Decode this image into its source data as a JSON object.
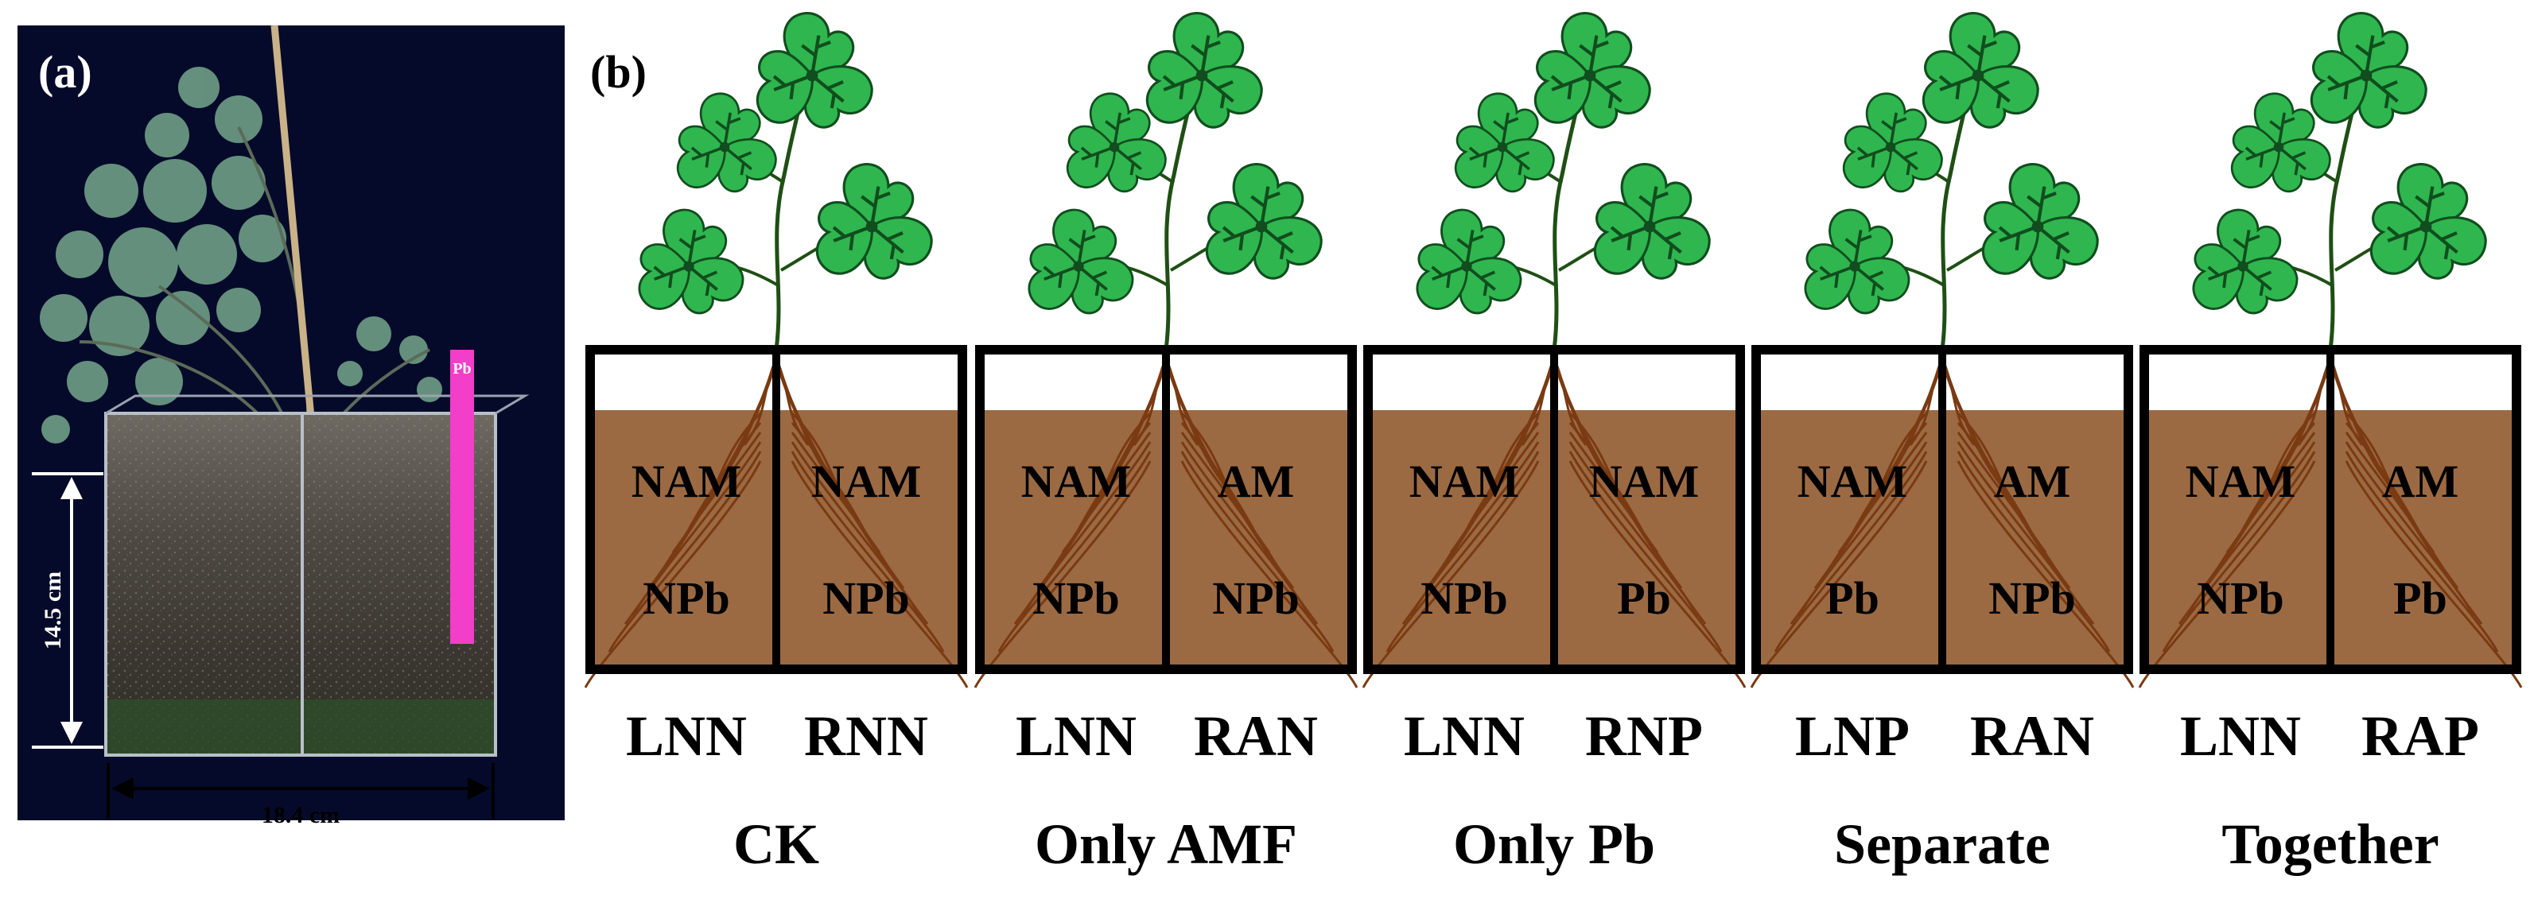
{
  "panel_a": {
    "label": "(a)",
    "height_measure": "14.5 cm",
    "width_measure": "18.4 cm",
    "tag_text": "Pb"
  },
  "panel_b": {
    "label": "(b)",
    "colors": {
      "soil": "#9b6a43",
      "root": "#7a3a12",
      "leaf": "#2fb64f",
      "leaf_vein": "#114d1e",
      "stem": "#1f4f14"
    },
    "treatments": [
      {
        "group": "CK",
        "left": {
          "line1": "NAM",
          "line2": "NPb",
          "code": "LNN"
        },
        "right": {
          "line1": "NAM",
          "line2": "NPb",
          "code": "RNN"
        }
      },
      {
        "group": "Only AMF",
        "left": {
          "line1": "NAM",
          "line2": "NPb",
          "code": "LNN"
        },
        "right": {
          "line1": "AM",
          "line2": "NPb",
          "code": "RAN"
        }
      },
      {
        "group": "Only Pb",
        "left": {
          "line1": "NAM",
          "line2": "NPb",
          "code": "LNN"
        },
        "right": {
          "line1": "NAM",
          "line2": "Pb",
          "code": "RNP"
        }
      },
      {
        "group": "Separate",
        "left": {
          "line1": "NAM",
          "line2": "Pb",
          "code": "LNP"
        },
        "right": {
          "line1": "AM",
          "line2": "NPb",
          "code": "RAN"
        }
      },
      {
        "group": "Together",
        "left": {
          "line1": "NAM",
          "line2": "NPb",
          "code": "LNN"
        },
        "right": {
          "line1": "AM",
          "line2": "Pb",
          "code": "RAP"
        }
      }
    ]
  }
}
